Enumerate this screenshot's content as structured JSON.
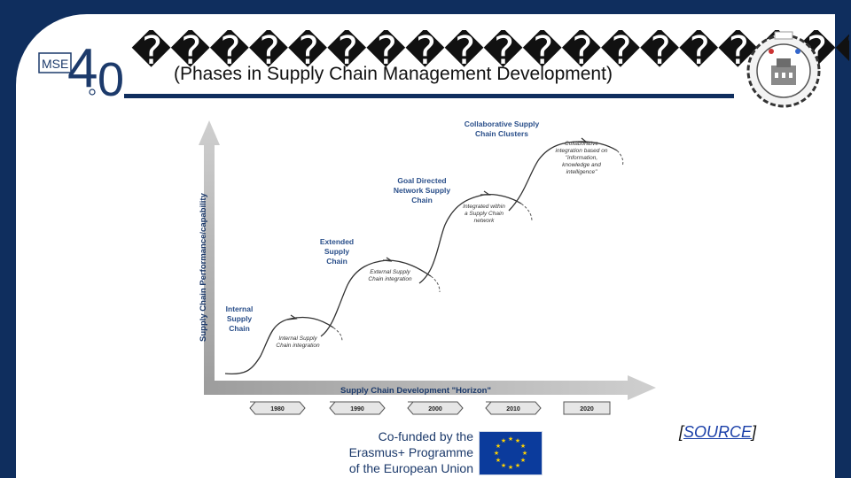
{
  "header": {
    "title_garbled": "�����������������������������",
    "subtitle": "(Phases in Supply Chain Management Development)"
  },
  "logo": {
    "text_left": "MSE",
    "text_4": "4",
    "text_0": "0"
  },
  "diagram": {
    "y_axis_label": "Supply Chain Performance/capability",
    "x_axis_label": "Supply Chain Development \"Horizon\"",
    "phases": [
      {
        "lines": [
          "Internal",
          "Supply",
          "Chain"
        ]
      },
      {
        "lines": [
          "Extended",
          "Supply",
          "Chain"
        ]
      },
      {
        "lines": [
          "Goal Directed",
          "Network Supply",
          "Chain"
        ]
      },
      {
        "lines": [
          "Collaborative Supply",
          "Chain Clusters"
        ]
      }
    ],
    "notes": [
      {
        "lines": [
          "Internal Supply",
          "Chain integration"
        ]
      },
      {
        "lines": [
          "External Supply",
          "Chain integration"
        ]
      },
      {
        "lines": [
          "Integrated within",
          "a Supply Chain",
          "network"
        ]
      },
      {
        "lines": [
          "Collaborative",
          "integration based on",
          "\"information,",
          "knowledge and",
          "intelligence\""
        ]
      }
    ],
    "years": [
      "1980",
      "1990",
      "2000",
      "2010",
      "2020"
    ]
  },
  "source": {
    "prefix": "[",
    "link": "SOURCE",
    "suffix": "]"
  },
  "funding": {
    "lines": [
      "Co-funded by the",
      "Erasmus+ Programme",
      "of the European Union"
    ]
  },
  "colors": {
    "navy": "#0f2e5e",
    "eu_blue": "#0b3b9c",
    "eu_star": "#ffd200"
  }
}
